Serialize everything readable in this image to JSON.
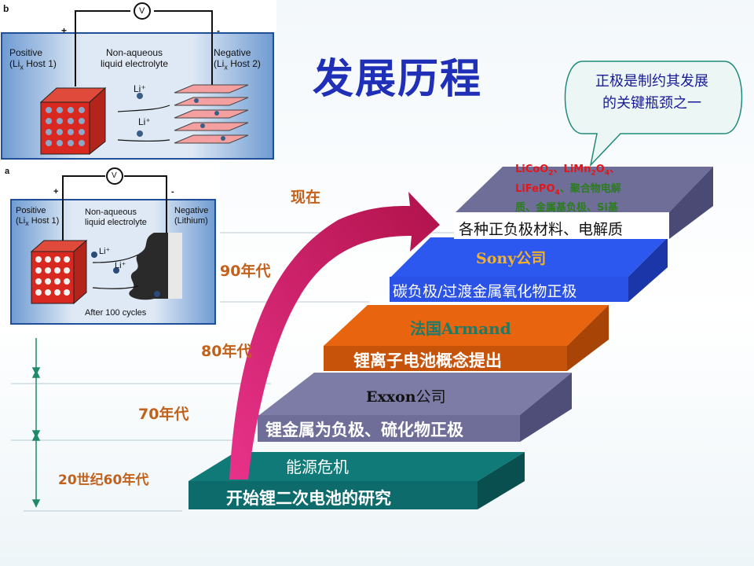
{
  "title": "发展历程",
  "callout": {
    "line1": "正极是制约其发展",
    "line2": "的关键瓶颈之一"
  },
  "eras": {
    "now": "现在",
    "e90": "90年代",
    "e80": "80年代",
    "e70": "70年代",
    "e60": "20世纪60年代"
  },
  "steps": {
    "s1": {
      "upper": "能源危机",
      "lower": "开始锂二次电池的研究"
    },
    "s2": {
      "upper_a": "Exxon",
      "upper_b": "公司",
      "lower": "锂金属为负极、硫化物正极"
    },
    "s3": {
      "upper": "法国Armand",
      "lower": "锂离子电池概念提出"
    },
    "s4": {
      "upper_a": "Sony",
      "upper_b": "公司",
      "lower": "碳负极/过渡金属氧化物正极"
    },
    "s5": {
      "lower": "各种正负极材料、电解质",
      "mat_licoo": "LiCoO",
      "mat_2": "2",
      "sep1": "、",
      "mat_limno": "LiMn",
      "mat_o": "O",
      "mat_4": "4",
      "sep2": "、",
      "mat_lifepo": "LiFePO",
      "sep3": "、",
      "mat_polymer": "聚合物电解",
      "mat_rest": "质、金属基负极、Si基"
    }
  },
  "figure_b": {
    "panel": "b",
    "plus": "+",
    "minus": "-",
    "meter": "V",
    "positive": "Positive",
    "positive_host": "Host 1)",
    "li_prefix": "(Li",
    "x": "x",
    "electrolyte_1": "Non-aqueous",
    "electrolyte_2": "liquid electrolyte",
    "negative": "Negative",
    "negative_host": "Host 2)",
    "ion": "Li⁺"
  },
  "figure_a": {
    "panel": "a",
    "plus": "+",
    "minus": "-",
    "meter": "V",
    "positive": "Positive",
    "positive_host": "Host 1)",
    "li_prefix": "(Li",
    "x": "x",
    "electrolyte_1": "Non-aqueous",
    "electrolyte_2": "liquid electrolyte",
    "negative": "Negative",
    "negative_host": "(Lithium)",
    "ion": "Li⁺",
    "caption": "After 100 cycles"
  },
  "colors": {
    "title": "#1f2fb8",
    "era": "#c2611b",
    "step1": "#0e6b6b",
    "step2": "#6e6e98",
    "step3": "#e35d0c",
    "step4": "#2b52e6",
    "step5": "#6e6e98",
    "arrow": "#c8195a"
  }
}
